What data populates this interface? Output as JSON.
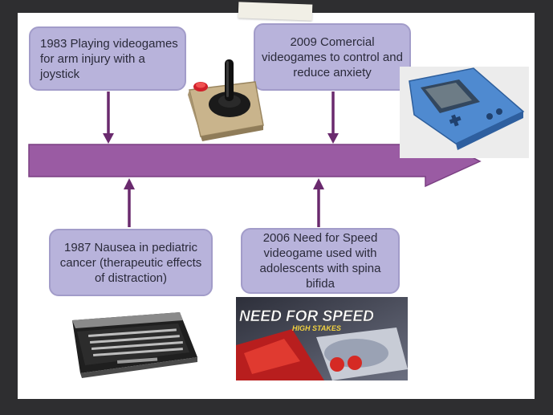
{
  "events": [
    {
      "id": "1983",
      "text": "1983 Playing videogames for arm injury with a joystick"
    },
    {
      "id": "2009",
      "text": "2009 Comercial videogames to control and reduce anxiety"
    },
    {
      "id": "1987",
      "text": "1987 Nausea in pediatric cancer (therapeutic effects of distraction)"
    },
    {
      "id": "2006",
      "text": "2006 Need for Speed videogame used with adolescents with spina bifida"
    }
  ],
  "colors": {
    "arrow": "#9a5ba3",
    "connector": "#6a2a6e",
    "box_fill": "#b8b3db",
    "background": "#2e2e30"
  },
  "images": {
    "joystick": "joystick-photo",
    "handheld": "handheld-console-photo",
    "computer": "home-computer-photo",
    "game_cover": "need-for-speed-cover",
    "cover_logo_text": "NEED FOR SPEED",
    "cover_subtitle": "HIGH STAKES"
  }
}
